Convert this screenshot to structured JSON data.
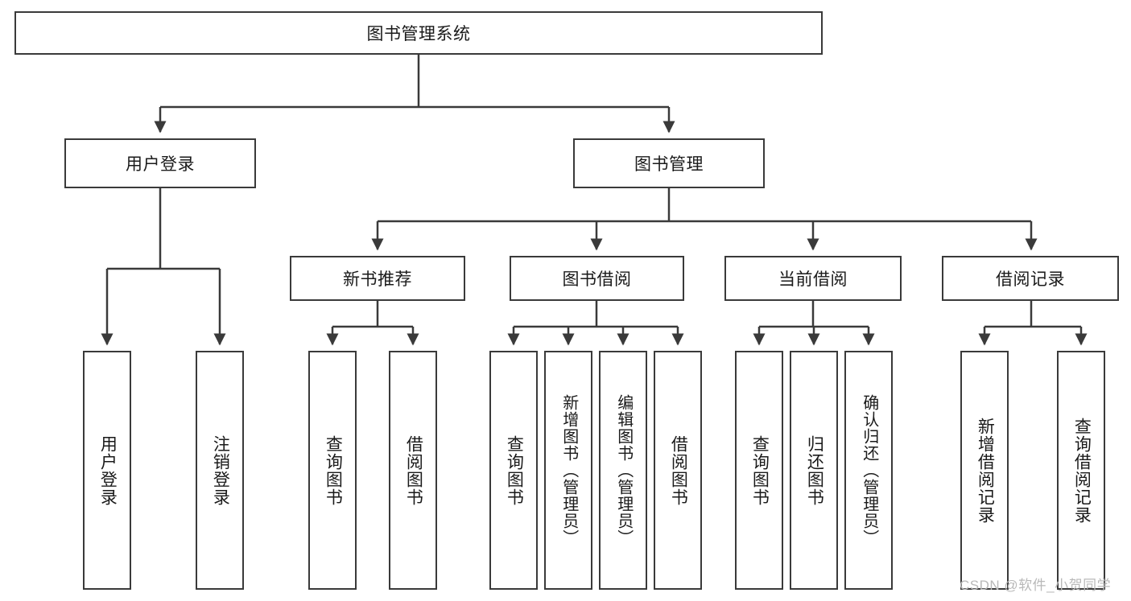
{
  "diagram": {
    "type": "hierarchy-tree",
    "title": "图书管理系统",
    "watermark": "CSDN @软件_小贺同学",
    "colors": {
      "box_border": "#3a3a3a",
      "box_fill": "#ffffff",
      "connector": "#3a3a3a",
      "text": "#1a1a1a",
      "watermark": "#b9b9b9"
    },
    "levels": {
      "root": {
        "label": "图书管理系统"
      },
      "level1": [
        {
          "label": "用户登录"
        },
        {
          "label": "图书管理"
        }
      ],
      "level2": [
        {
          "label": "新书推荐"
        },
        {
          "label": "图书借阅"
        },
        {
          "label": "当前借阅"
        },
        {
          "label": "借阅记录"
        }
      ],
      "leaves_user_login": [
        {
          "label": "用户登录"
        },
        {
          "label": "注销登录"
        }
      ],
      "leaves_new_book": [
        {
          "label": "查询图书"
        },
        {
          "label": "借阅图书"
        }
      ],
      "leaves_book_borrow": [
        {
          "label": "查询图书"
        },
        {
          "label": "新增图书（管理员）"
        },
        {
          "label": "编辑图书（管理员）"
        },
        {
          "label": "借阅图书"
        }
      ],
      "leaves_current_borrow": [
        {
          "label": "查询图书"
        },
        {
          "label": "归还图书"
        },
        {
          "label": "确认归还（管理员）"
        }
      ],
      "leaves_borrow_record": [
        {
          "label": "新增借阅记录"
        },
        {
          "label": "查询借阅记录"
        }
      ]
    }
  }
}
